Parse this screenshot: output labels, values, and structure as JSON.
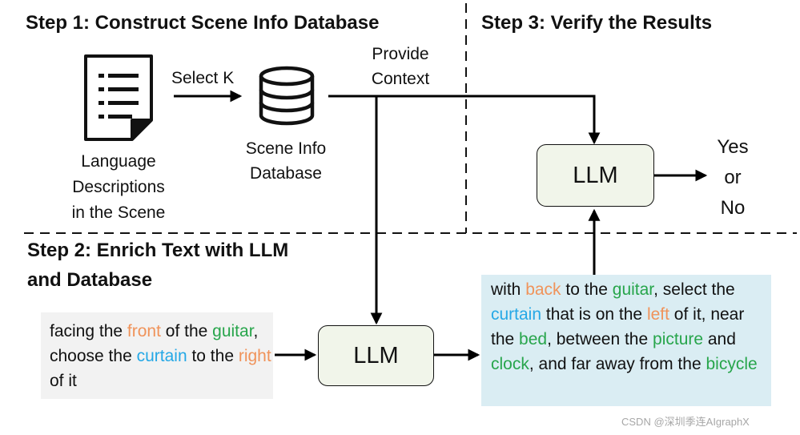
{
  "steps": {
    "step1": "Step 1: Construct Scene Info Database",
    "step2_line1": "Step 2: Enrich Text with LLM",
    "step2_line2": "and Database",
    "step3": "Step 3: Verify the Results"
  },
  "labels": {
    "select_k": "Select K",
    "provide": "Provide",
    "context": "Context",
    "lang_desc": [
      "Language",
      "Descriptions",
      "in the Scene"
    ],
    "scene_db": [
      "Scene Info",
      "Database"
    ],
    "llm_middle": "LLM",
    "llm_top": "LLM",
    "result": [
      "Yes",
      "or",
      "No"
    ]
  },
  "input_text": [
    {
      "t": "facing the ",
      "c": ""
    },
    {
      "t": "front",
      "c": "orange"
    },
    {
      "t": " of the ",
      "c": ""
    },
    {
      "t": "guitar",
      "c": "green"
    },
    {
      "t": ", choose the ",
      "c": ""
    },
    {
      "t": "curtain",
      "c": "blue"
    },
    {
      "t": " to the ",
      "c": ""
    },
    {
      "t": "right",
      "c": "orange"
    },
    {
      "t": " of it",
      "c": ""
    }
  ],
  "output_text": [
    {
      "t": "with ",
      "c": ""
    },
    {
      "t": "back",
      "c": "orange"
    },
    {
      "t": " to the ",
      "c": ""
    },
    {
      "t": "guitar",
      "c": "green"
    },
    {
      "t": ", select the ",
      "c": ""
    },
    {
      "t": "curtain",
      "c": "blue"
    },
    {
      "t": " that is on the ",
      "c": ""
    },
    {
      "t": "left",
      "c": "orange"
    },
    {
      "t": " of it, near the ",
      "c": ""
    },
    {
      "t": "bed",
      "c": "green"
    },
    {
      "t": ", between the ",
      "c": ""
    },
    {
      "t": "picture",
      "c": "green"
    },
    {
      "t": " and ",
      "c": ""
    },
    {
      "t": "clock",
      "c": "green"
    },
    {
      "t": ", and far away from the ",
      "c": ""
    },
    {
      "t": "bicycle",
      "c": "green"
    }
  ],
  "colors": {
    "orange": "#f0935a",
    "green": "#27a54b",
    "blue": "#25a8e6",
    "llm_box_fill": "#f1f5ea",
    "input_box_fill": "#f2f2f2",
    "output_box_fill": "#daedf3"
  },
  "icons": {
    "document": "document-icon",
    "database": "database-icon"
  },
  "watermark": "CSDN @深圳季连AIgraphX"
}
